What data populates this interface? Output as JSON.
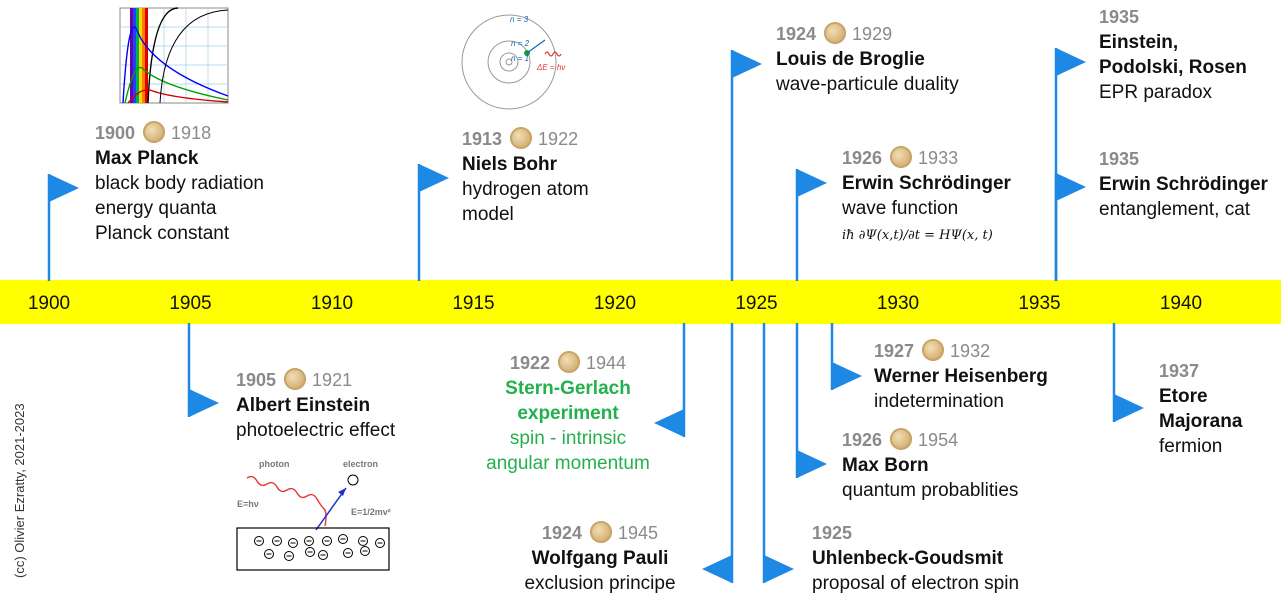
{
  "timeline": {
    "ticks": [
      "1900",
      "1905",
      "1910",
      "1915",
      "1920",
      "1925",
      "1930",
      "1935",
      "1940"
    ],
    "bar_color": "#ffff00",
    "flag_color": "#1e88e5"
  },
  "events": {
    "planck": {
      "year": "1900",
      "nobel": "1918",
      "name": "Max Planck",
      "desc": [
        "black body radiation",
        "energy quanta",
        "Planck constant"
      ]
    },
    "bohr": {
      "year": "1913",
      "nobel": "1922",
      "name": "Niels Bohr",
      "desc": [
        "hydrogen atom",
        "model"
      ]
    },
    "debroglie": {
      "year": "1924",
      "nobel": "1929",
      "name": "Louis de Broglie",
      "desc": [
        "wave-particule duality"
      ]
    },
    "schrod": {
      "year": "1926",
      "nobel": "1933",
      "name": "Erwin Schrödinger",
      "desc": [
        "wave function"
      ],
      "equation_left": "iħ ∂Ψ(x,t)/∂t",
      "equation_right": "= HΨ(x, t)"
    },
    "epr": {
      "year": "1935",
      "name_line1": "Einstein,",
      "name_line2": "Podolski, Rosen",
      "desc": [
        "EPR paradox"
      ]
    },
    "schrod2": {
      "year": "1935",
      "name": "Erwin Schrödinger",
      "desc": [
        "entanglement, cat"
      ]
    },
    "einstein": {
      "year": "1905",
      "nobel": "1921",
      "name": "Albert Einstein",
      "desc": [
        "photoelectric effect"
      ]
    },
    "stern": {
      "year": "1922",
      "nobel": "1944",
      "name_line1": "Stern-Gerlach",
      "name_line2": "experiment",
      "desc": [
        "spin - intrinsic",
        "angular momentum"
      ]
    },
    "pauli": {
      "year": "1924",
      "nobel": "1945",
      "name": "Wolfgang Pauli",
      "desc": [
        "exclusion principe"
      ]
    },
    "uhlen": {
      "year": "1925",
      "name": "Uhlenbeck-Goudsmit",
      "desc": [
        "proposal of electron spin"
      ]
    },
    "heis": {
      "year": "1927",
      "nobel": "1932",
      "name": "Werner Heisenberg",
      "desc": [
        "indetermination"
      ]
    },
    "born": {
      "year": "1926",
      "nobel": "1954",
      "name": "Max Born",
      "desc": [
        "quantum probablities"
      ]
    },
    "majorana": {
      "year": "1937",
      "name_line1": "Etore",
      "name_line2": "Majorana",
      "desc": [
        "fermion"
      ]
    }
  },
  "bohr_sketch": {
    "n3": "n = 3",
    "n2": "n = 2",
    "n1": "n = 1",
    "energy": "ΔE = hν"
  },
  "photo_sketch": {
    "photon": "photon",
    "electron": "electron",
    "e_hv": "E=hν",
    "e_kin": "E=1/2mv²"
  },
  "credit": "(cc) Olivier Ezratty, 2021-2023"
}
